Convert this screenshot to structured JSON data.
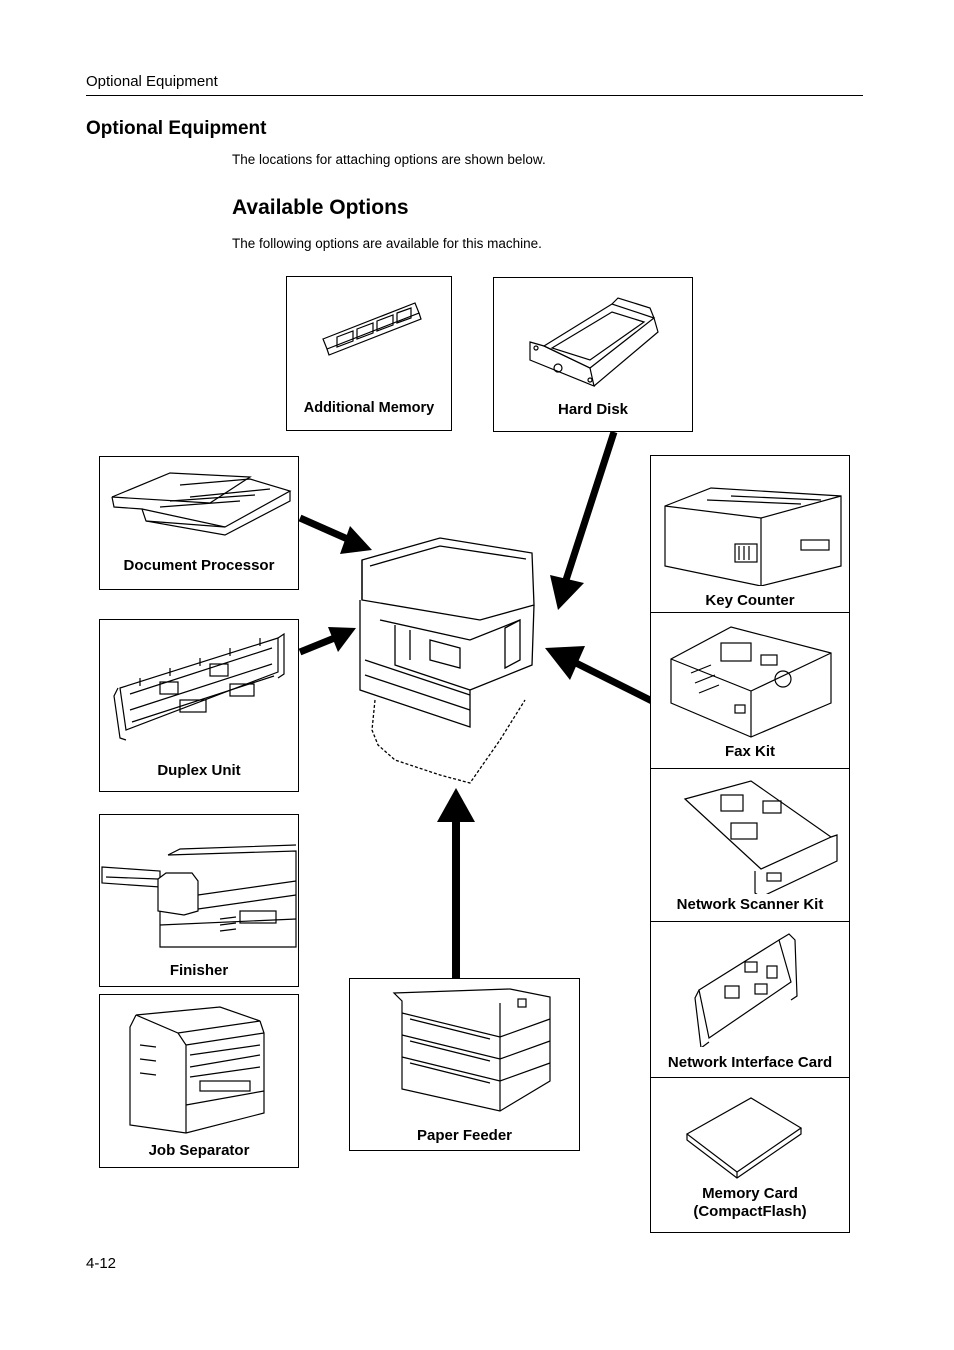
{
  "header": {
    "running_title": "Optional Equipment"
  },
  "section": {
    "title": "Optional Equipment",
    "intro": "The locations for attaching options are shown below."
  },
  "available": {
    "title": "Available Options",
    "intro": "The following options are available for this machine."
  },
  "options": {
    "additional_memory": "Additional Memory",
    "hard_disk": "Hard Disk",
    "document_processor": "Document Processor",
    "duplex_unit": "Duplex Unit",
    "finisher": "Finisher",
    "job_separator": "Job Separator",
    "paper_feeder": "Paper Feeder",
    "key_counter": "Key Counter",
    "fax_kit": "Fax Kit",
    "network_scanner_kit": "Network Scanner Kit",
    "network_interface_card": "Network Interface Card",
    "memory_card_line1": "Memory Card",
    "memory_card_line2": "(CompactFlash)"
  },
  "footer": {
    "page_number": "4-12"
  },
  "colors": {
    "ink": "#000000",
    "paper": "#ffffff"
  }
}
